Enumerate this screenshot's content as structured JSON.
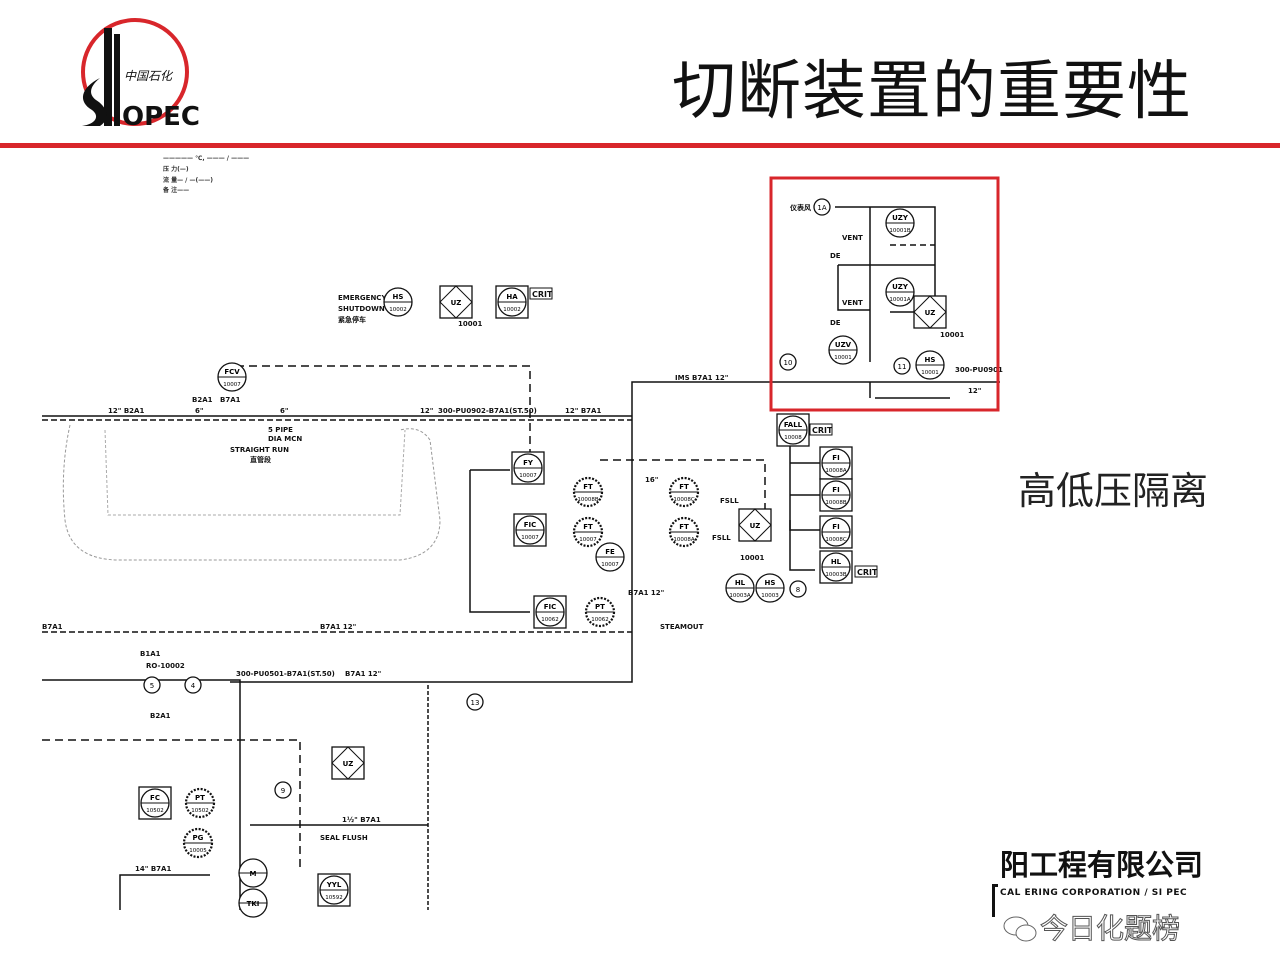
{
  "slide": {
    "title": "切断装置的重要性",
    "side_label": "高低压隔离",
    "company_cn": "阳工程有限公司",
    "company_en": "CAL   ERING CORPORATION / SI PEC",
    "watermark": "今日化题榜",
    "accent_color": "#d8262b"
  },
  "logo": {
    "brand": "SINOPEC",
    "cn": "中国石化"
  },
  "highlight_box_color": "#d8262b",
  "diagram": {
    "header_notes": [
      "————— ℃, ——— / ——— ",
      "压  力(—)",
      "流  量— / —(——)",
      "备  注——"
    ],
    "esd": {
      "label1": "EMERGENCY",
      "label2": "SHUTDOWN",
      "label3": "紧急停车",
      "ref": "10001",
      "crit": "CRIT"
    },
    "line_labels": [
      "12\" B2A1",
      "6\"",
      "B2A1",
      "B7A1",
      "6\"",
      "5 PIPE",
      "DIA MCN",
      "STRAIGHT RUN",
      "直管段",
      "12\"",
      "300-PU0902-B7A1(ST.50)",
      "12\" B7A1",
      "IMS B7A1 12\"",
      "16\"",
      "B7A1 12\"",
      "STEAMOUT",
      "B7A1",
      "B7A1 12\"",
      "300-PU0501-B7A1(ST.50)",
      "14\" B7A1",
      "1½\" B7A1",
      "SEAL FLUSH",
      "FSLL",
      "FSLL",
      "10001",
      "10001",
      "B1A1",
      "B2A1",
      "RO-10002",
      "VENT",
      "VENT",
      "DE",
      "DE",
      "仪表风",
      "300-PU0901",
      "12\"",
      "B7A1 12\""
    ],
    "instruments": [
      {
        "tag": "HS",
        "num": "10002"
      },
      {
        "tag": "UZ",
        "num": ""
      },
      {
        "tag": "HA",
        "num": "10002"
      },
      {
        "tag": "FCV",
        "num": "10007"
      },
      {
        "tag": "FY",
        "num": "10007"
      },
      {
        "tag": "FT",
        "num": "10008B"
      },
      {
        "tag": "FT",
        "num": "10007"
      },
      {
        "tag": "FE",
        "num": "10007"
      },
      {
        "tag": "FT",
        "num": "10008C"
      },
      {
        "tag": "FT",
        "num": "10008A"
      },
      {
        "tag": "FIC",
        "num": "10007"
      },
      {
        "tag": "FIC",
        "num": "10062"
      },
      {
        "tag": "PT",
        "num": "10062"
      },
      {
        "tag": "UZ",
        "num": ""
      },
      {
        "tag": "HL",
        "num": "10003A"
      },
      {
        "tag": "HS",
        "num": "10003"
      },
      {
        "tag": "FALL",
        "num": "10008"
      },
      {
        "tag": "FI",
        "num": "10008A"
      },
      {
        "tag": "FI",
        "num": "10008B"
      },
      {
        "tag": "FI",
        "num": "10008C"
      },
      {
        "tag": "HL",
        "num": "10003B"
      },
      {
        "tag": "UZY",
        "num": "10001B"
      },
      {
        "tag": "UZY",
        "num": "10001A"
      },
      {
        "tag": "UZV",
        "num": "10001"
      },
      {
        "tag": "HS",
        "num": "10001"
      },
      {
        "tag": "UZ",
        "num": ""
      },
      {
        "tag": "FC",
        "num": "10502"
      },
      {
        "tag": "PT",
        "num": "10502"
      },
      {
        "tag": "PG",
        "num": "10005"
      },
      {
        "tag": "M",
        "num": ""
      },
      {
        "tag": "TKI",
        "num": ""
      },
      {
        "tag": "YYL",
        "num": "10592"
      },
      {
        "tag": "UZ",
        "num": ""
      }
    ],
    "bubbles": [
      "1A",
      "10",
      "11",
      "8",
      "5",
      "4",
      "9",
      "13"
    ],
    "crit_tags": [
      "CRIT",
      "CRIT",
      "CRIT"
    ]
  }
}
